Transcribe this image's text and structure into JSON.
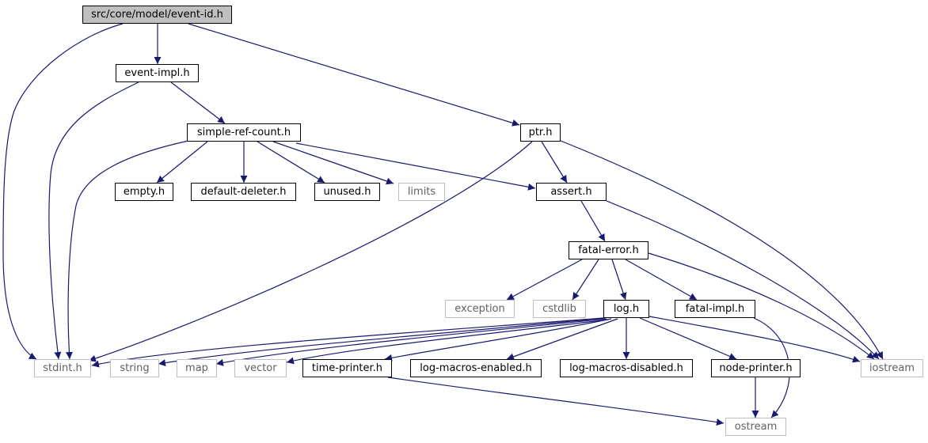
{
  "colors": {
    "edge": "#191970",
    "external_border": "#bfbfbf",
    "root_fill": "#bfbfbf"
  },
  "nodes": {
    "event_id": "src/core/model/event-id.h",
    "event_impl": "event-impl.h",
    "ptr": "ptr.h",
    "simple_ref_count": "simple-ref-count.h",
    "empty": "empty.h",
    "default_deleter": "default-deleter.h",
    "unused": "unused.h",
    "limits": "limits",
    "assert": "assert.h",
    "fatal_error": "fatal-error.h",
    "exception": "exception",
    "cstdlib": "cstdlib",
    "log": "log.h",
    "fatal_impl": "fatal-impl.h",
    "stdint": "stdint.h",
    "string": "string",
    "map": "map",
    "vector": "vector",
    "time_printer": "time-printer.h",
    "log_macros_enabled": "log-macros-enabled.h",
    "log_macros_disabled": "log-macros-disabled.h",
    "node_printer": "node-printer.h",
    "iostream": "iostream",
    "ostream": "ostream"
  },
  "edges": [
    [
      "event_id",
      "event_impl"
    ],
    [
      "event_id",
      "ptr"
    ],
    [
      "event_id",
      "stdint"
    ],
    [
      "event_impl",
      "simple_ref_count"
    ],
    [
      "event_impl",
      "stdint"
    ],
    [
      "simple_ref_count",
      "empty"
    ],
    [
      "simple_ref_count",
      "default_deleter"
    ],
    [
      "simple_ref_count",
      "unused"
    ],
    [
      "simple_ref_count",
      "limits"
    ],
    [
      "simple_ref_count",
      "assert"
    ],
    [
      "simple_ref_count",
      "stdint"
    ],
    [
      "ptr",
      "assert"
    ],
    [
      "ptr",
      "iostream"
    ],
    [
      "ptr",
      "stdint"
    ],
    [
      "assert",
      "fatal_error"
    ],
    [
      "assert",
      "iostream"
    ],
    [
      "fatal_error",
      "exception"
    ],
    [
      "fatal_error",
      "cstdlib"
    ],
    [
      "fatal_error",
      "log"
    ],
    [
      "fatal_error",
      "fatal_impl"
    ],
    [
      "fatal_error",
      "iostream"
    ],
    [
      "fatal_impl",
      "ostream"
    ],
    [
      "log",
      "stdint"
    ],
    [
      "log",
      "string"
    ],
    [
      "log",
      "map"
    ],
    [
      "log",
      "vector"
    ],
    [
      "log",
      "time_printer"
    ],
    [
      "log",
      "log_macros_enabled"
    ],
    [
      "log",
      "log_macros_disabled"
    ],
    [
      "log",
      "node_printer"
    ],
    [
      "log",
      "iostream"
    ],
    [
      "time_printer",
      "ostream"
    ],
    [
      "node_printer",
      "ostream"
    ]
  ]
}
